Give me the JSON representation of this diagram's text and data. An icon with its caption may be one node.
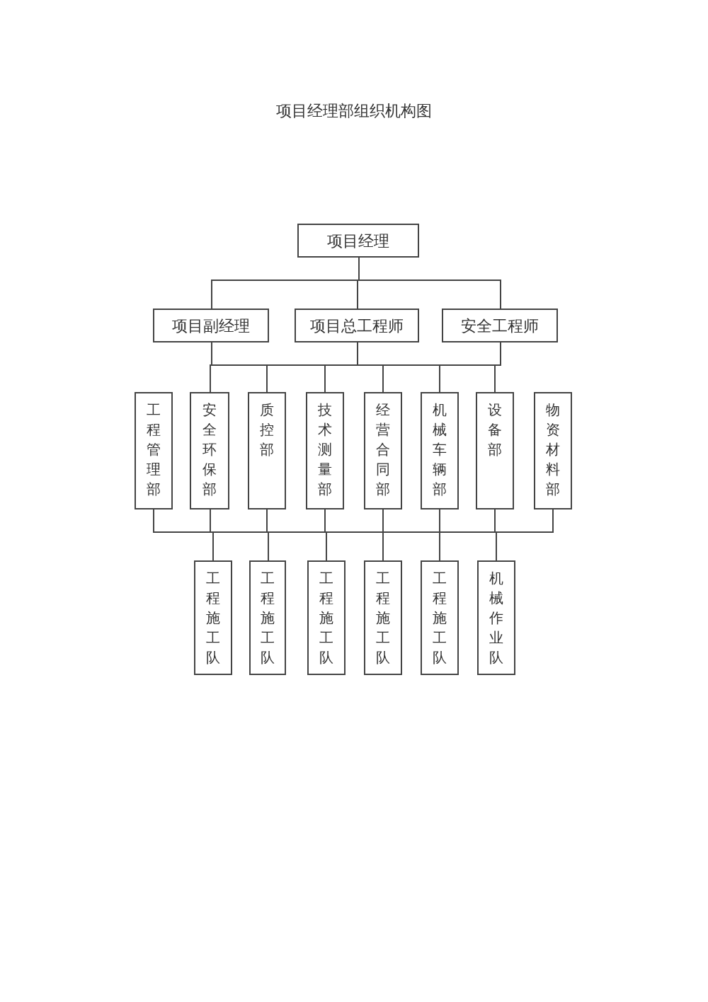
{
  "diagram": {
    "title": "项目经理部组织机构图",
    "nodes": [
      {
        "text": [
          "项目经理"
        ]
      },
      {
        "text": [
          "项目副经理"
        ]
      },
      {
        "text": [
          "项目总工程师"
        ]
      },
      {
        "text": [
          "安全工程师"
        ]
      },
      {
        "text": [
          "工程管理部"
        ]
      },
      {
        "text": [
          "安全环保部"
        ]
      },
      {
        "text": [
          "质控部"
        ]
      },
      {
        "text": [
          "技术测量部"
        ]
      },
      {
        "text": [
          "经营合同部"
        ]
      },
      {
        "text": [
          "机械车辆部"
        ]
      },
      {
        "text": [
          "设备部"
        ]
      },
      {
        "text": [
          "物资材料部"
        ]
      },
      {
        "text": [
          "工程施工队"
        ]
      },
      {
        "text": [
          "工程施工队"
        ]
      },
      {
        "text": [
          "工程施工队"
        ]
      },
      {
        "text": [
          "工程施工队"
        ]
      },
      {
        "text": [
          "工程施工队"
        ]
      },
      {
        "text": [
          "机械作业队"
        ]
      }
    ],
    "edges": [
      {
        "from": 0,
        "to": 1,
        "arrow": "none"
      },
      {
        "from": 0,
        "to": 2,
        "arrow": "none"
      },
      {
        "from": 0,
        "to": 3,
        "arrow": "none"
      },
      {
        "from": 1,
        "to": 5,
        "arrow": "none"
      },
      {
        "from": 1,
        "to": 6,
        "arrow": "none"
      },
      {
        "from": 1,
        "to": 7,
        "arrow": "none"
      },
      {
        "from": 1,
        "to": 8,
        "arrow": "none"
      },
      {
        "from": 1,
        "to": 9,
        "arrow": "none"
      },
      {
        "from": 1,
        "to": 10,
        "arrow": "none"
      },
      {
        "from": 2,
        "to": 5,
        "arrow": "none"
      },
      {
        "from": 2,
        "to": 6,
        "arrow": "none"
      },
      {
        "from": 2,
        "to": 7,
        "arrow": "none"
      },
      {
        "from": 2,
        "to": 8,
        "arrow": "none"
      },
      {
        "from": 2,
        "to": 9,
        "arrow": "none"
      },
      {
        "from": 2,
        "to": 10,
        "arrow": "none"
      },
      {
        "from": 3,
        "to": 5,
        "arrow": "none"
      },
      {
        "from": 3,
        "to": 6,
        "arrow": "none"
      },
      {
        "from": 3,
        "to": 7,
        "arrow": "none"
      },
      {
        "from": 3,
        "to": 8,
        "arrow": "none"
      },
      {
        "from": 3,
        "to": 9,
        "arrow": "none"
      },
      {
        "from": 3,
        "to": 10,
        "arrow": "none"
      },
      {
        "from": 4,
        "to": 12,
        "arrow": "none"
      },
      {
        "from": 4,
        "to": 13,
        "arrow": "none"
      },
      {
        "from": 4,
        "to": 14,
        "arrow": "none"
      },
      {
        "from": 4,
        "to": 15,
        "arrow": "none"
      },
      {
        "from": 4,
        "to": 16,
        "arrow": "none"
      },
      {
        "from": 4,
        "to": 17,
        "arrow": "none"
      },
      {
        "from": 5,
        "to": 12,
        "arrow": "none"
      },
      {
        "from": 5,
        "to": 13,
        "arrow": "none"
      },
      {
        "from": 5,
        "to": 14,
        "arrow": "none"
      },
      {
        "from": 5,
        "to": 15,
        "arrow": "none"
      },
      {
        "from": 5,
        "to": 16,
        "arrow": "none"
      },
      {
        "from": 5,
        "to": 17,
        "arrow": "none"
      },
      {
        "from": 6,
        "to": 12,
        "arrow": "none"
      },
      {
        "from": 6,
        "to": 13,
        "arrow": "none"
      },
      {
        "from": 6,
        "to": 14,
        "arrow": "none"
      },
      {
        "from": 6,
        "to": 15,
        "arrow": "none"
      },
      {
        "from": 6,
        "to": 16,
        "arrow": "none"
      },
      {
        "from": 6,
        "to": 17,
        "arrow": "none"
      },
      {
        "from": 7,
        "to": 12,
        "arrow": "none"
      },
      {
        "from": 7,
        "to": 13,
        "arrow": "none"
      },
      {
        "from": 7,
        "to": 14,
        "arrow": "none"
      },
      {
        "from": 7,
        "to": 15,
        "arrow": "none"
      },
      {
        "from": 7,
        "to": 16,
        "arrow": "none"
      },
      {
        "from": 7,
        "to": 17,
        "arrow": "none"
      },
      {
        "from": 8,
        "to": 12,
        "arrow": "none"
      },
      {
        "from": 8,
        "to": 13,
        "arrow": "none"
      },
      {
        "from": 8,
        "to": 14,
        "arrow": "none"
      },
      {
        "from": 8,
        "to": 15,
        "arrow": "none"
      },
      {
        "from": 8,
        "to": 16,
        "arrow": "none"
      },
      {
        "from": 8,
        "to": 17,
        "arrow": "none"
      },
      {
        "from": 9,
        "to": 12,
        "arrow": "none"
      },
      {
        "from": 9,
        "to": 13,
        "arrow": "none"
      },
      {
        "from": 9,
        "to": 14,
        "arrow": "none"
      },
      {
        "from": 9,
        "to": 15,
        "arrow": "none"
      },
      {
        "from": 9,
        "to": 16,
        "arrow": "none"
      },
      {
        "from": 9,
        "to": 17,
        "arrow": "none"
      },
      {
        "from": 10,
        "to": 12,
        "arrow": "none"
      },
      {
        "from": 10,
        "to": 13,
        "arrow": "none"
      },
      {
        "from": 10,
        "to": 14,
        "arrow": "none"
      },
      {
        "from": 10,
        "to": 15,
        "arrow": "none"
      },
      {
        "from": 10,
        "to": 16,
        "arrow": "none"
      },
      {
        "from": 10,
        "to": 17,
        "arrow": "none"
      },
      {
        "from": 11,
        "to": 12,
        "arrow": "none"
      },
      {
        "from": 11,
        "to": 13,
        "arrow": "none"
      },
      {
        "from": 11,
        "to": 14,
        "arrow": "none"
      },
      {
        "from": 11,
        "to": 15,
        "arrow": "none"
      },
      {
        "from": 11,
        "to": 16,
        "arrow": "none"
      },
      {
        "from": 11,
        "to": 17,
        "arrow": "none"
      }
    ]
  }
}
